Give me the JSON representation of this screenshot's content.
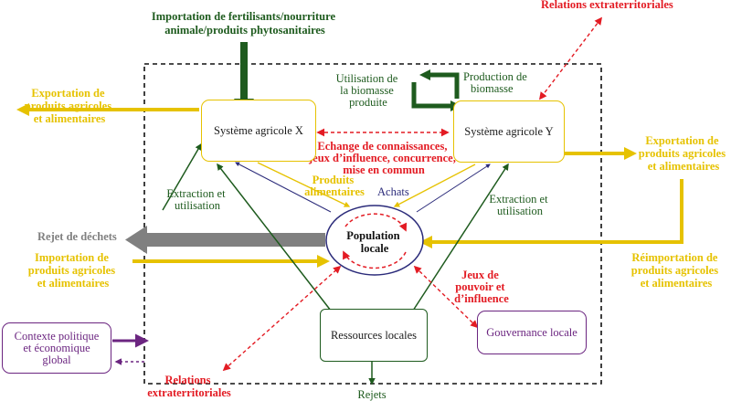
{
  "colors": {
    "yellow": "#e6c200",
    "dark_green": "#1e5b1e",
    "red": "#e31b23",
    "grey": "#7f7f7f",
    "purple": "#6b2580",
    "navy": "#2b2b7a"
  },
  "nodes": {
    "system_x": "Système agricole X",
    "system_y": "Système agricole Y",
    "population": [
      "Population",
      "locale"
    ],
    "ressources": "Ressources locales",
    "gouvernance": "Gouvernance locale",
    "contexte": [
      "Contexte politique",
      "et économique",
      "global"
    ]
  },
  "labels": {
    "import_top": [
      "Importation de fertilisants/nourriture",
      "animale/produits phytosanitaires"
    ],
    "relations_top": "Relations extraterritoriales",
    "export_left": [
      "Exportation de",
      "produits agricoles",
      "et alimentaires"
    ],
    "utilisation_biomasse": [
      "Utilisation de",
      "la biomasse",
      "produite"
    ],
    "production_biomasse": [
      "Production de",
      "biomasse"
    ],
    "export_right": [
      "Exportation de",
      "produits agricoles",
      "et alimentaires"
    ],
    "echange": [
      "Echange de connaissances,",
      "jeux d’influence, concurrence,",
      "mise en commun"
    ],
    "produits_alimentaires": [
      "Produits",
      "alimentaires"
    ],
    "achats": "Achats",
    "extraction_left": [
      "Extraction et",
      "utilisation"
    ],
    "extraction_right": [
      "Extraction et",
      "utilisation"
    ],
    "rejet_dechets": "Rejet de déchets",
    "import_left": [
      "Importation de",
      "produits agricoles",
      "et alimentaires"
    ],
    "reimport_right": [
      "Réimportation de",
      "produits agricoles",
      "et alimentaires"
    ],
    "jeux_pouvoir": [
      "Jeux de",
      "pouvoir et",
      "d’influence"
    ],
    "relations_bottom": [
      "Relations",
      "extraterritoriales"
    ],
    "rejets": "Rejets"
  }
}
